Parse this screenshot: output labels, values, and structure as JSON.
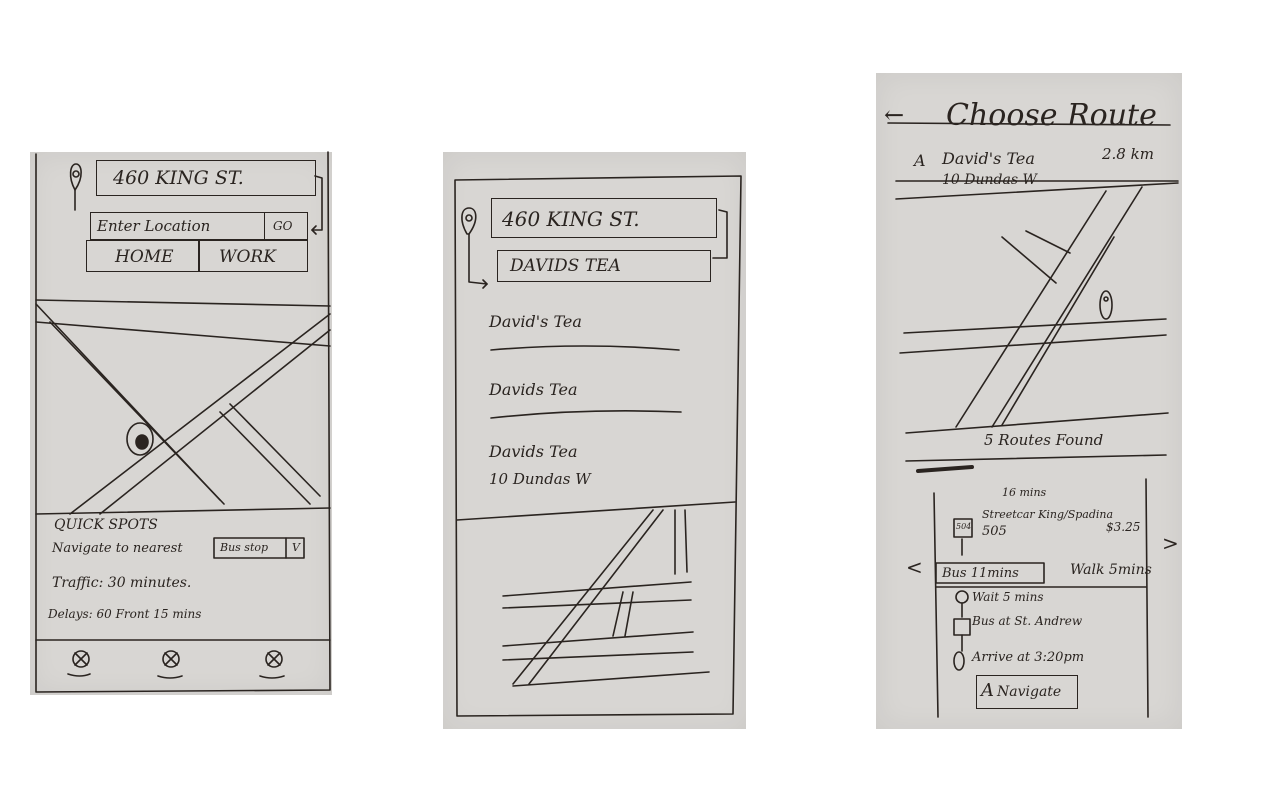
{
  "screen1": {
    "origin_field": "460 KING ST.",
    "destination_placeholder": "Enter Location",
    "go_button": "GO",
    "shortcut_home": "HOME",
    "shortcut_work": "WORK",
    "quick_spots_title": "QUICK SPOTS",
    "navigate_label": "Navigate to nearest",
    "nearest_select_value": "Bus stop",
    "nearest_select_caret": "V",
    "traffic_text": "Traffic: 30 minutes.",
    "delays_text": "Delays: 60 Front 15 mins"
  },
  "screen2": {
    "origin_field": "460 KING ST.",
    "destination_field": "DAVIDS TEA",
    "results": [
      {
        "name": "David's Tea",
        "address": ""
      },
      {
        "name": "Davids Tea",
        "address": ""
      },
      {
        "name": "Davids Tea",
        "address": "10 Dundas W"
      }
    ]
  },
  "screen3": {
    "back_arrow": "←",
    "title": "Choose Route",
    "destination_marker": "A",
    "destination_name": "David's Tea",
    "destination_address": "10 Dundas W",
    "distance": "2.8 km",
    "routes_found": "5 Routes Found",
    "route_card": {
      "duration": "16 mins",
      "route_badge": "504",
      "route_line": "Streetcar King/Spadina",
      "route_number": "505",
      "fare": "$3.25",
      "bus_segment": "Bus 11mins",
      "walk_segment": "Walk 5mins",
      "steps": [
        {
          "icon": "pin-icon",
          "text": "Wait 5 mins"
        },
        {
          "icon": "bus-icon",
          "text": "Bus at St. Andrew"
        },
        {
          "icon": "pin-icon",
          "text": "Arrive at 3:20pm"
        }
      ],
      "navigate_button": "Navigate",
      "navigate_button_marker": "A"
    },
    "prev_arrow": "<",
    "next_arrow": ">"
  }
}
